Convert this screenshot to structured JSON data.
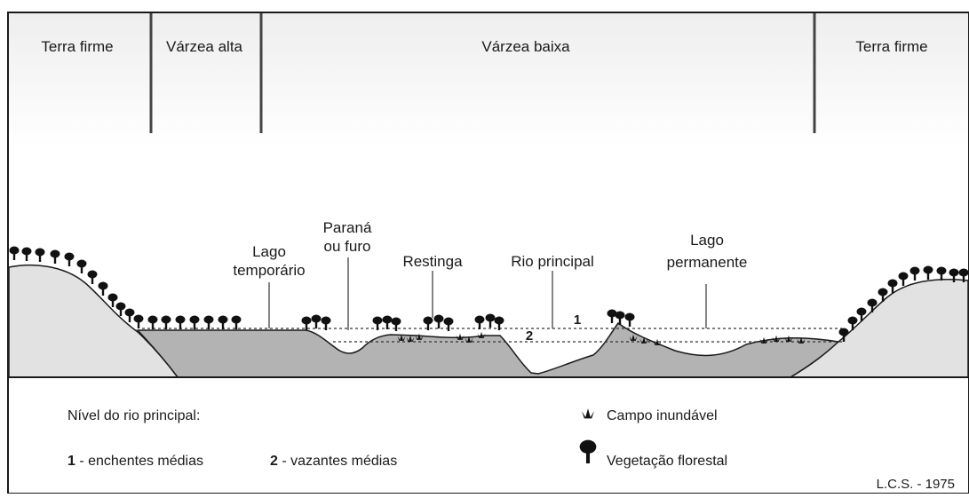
{
  "zones": [
    "Terra firme",
    "Várzea alta",
    "Várzea baixa",
    "Terra firme"
  ],
  "features": {
    "lago_temporario": [
      "Lago",
      "temporário"
    ],
    "parana": [
      "Paraná",
      "ou furo"
    ],
    "restinga": "Restinga",
    "rio_principal": "Rio principal",
    "lago_permanente": [
      "Lago",
      "permanente"
    ]
  },
  "level_markers": {
    "one": "1",
    "two": "2"
  },
  "legend": {
    "title": "Nível do rio principal:",
    "level1_num": "1",
    "level1_text": " - enchentes médias",
    "level2_num": "2",
    "level2_text": " - vazantes médias",
    "campo": "Campo inundável",
    "vegetacao": "Vegetação florestal"
  },
  "credit": "L.C.S. - 1975",
  "colors": {
    "water": "#b3b3b3",
    "land": "#e2e2e2",
    "ink": "#1a1a1a",
    "header_fill": "#f5f5f5"
  }
}
